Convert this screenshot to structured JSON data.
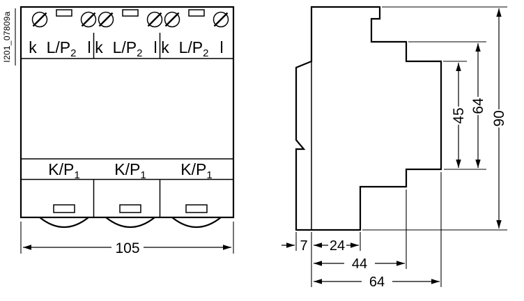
{
  "doc_code": "I201_07809a",
  "colors": {
    "line": "#000000",
    "background": "#ffffff"
  },
  "front_view": {
    "width_label": "105",
    "modules": [
      {
        "k": "k",
        "lp_base": "L/P",
        "lp_sub": "2",
        "l": "l",
        "kp_base": "K/P",
        "kp_sub": "1"
      },
      {
        "k": "k",
        "lp_base": "L/P",
        "lp_sub": "2",
        "l": "l",
        "kp_base": "K/P",
        "kp_sub": "1"
      },
      {
        "k": "k",
        "lp_base": "L/P",
        "lp_sub": "2",
        "l": "l",
        "kp_base": "K/P",
        "kp_sub": "1"
      }
    ]
  },
  "side_view": {
    "dims_vertical": {
      "front_height": "45",
      "upper_height": "64",
      "total_height": "90"
    },
    "dims_horizontal": {
      "rail_depth": "7",
      "lower_depth": "24",
      "mid_depth": "44",
      "total_depth": "64"
    }
  }
}
